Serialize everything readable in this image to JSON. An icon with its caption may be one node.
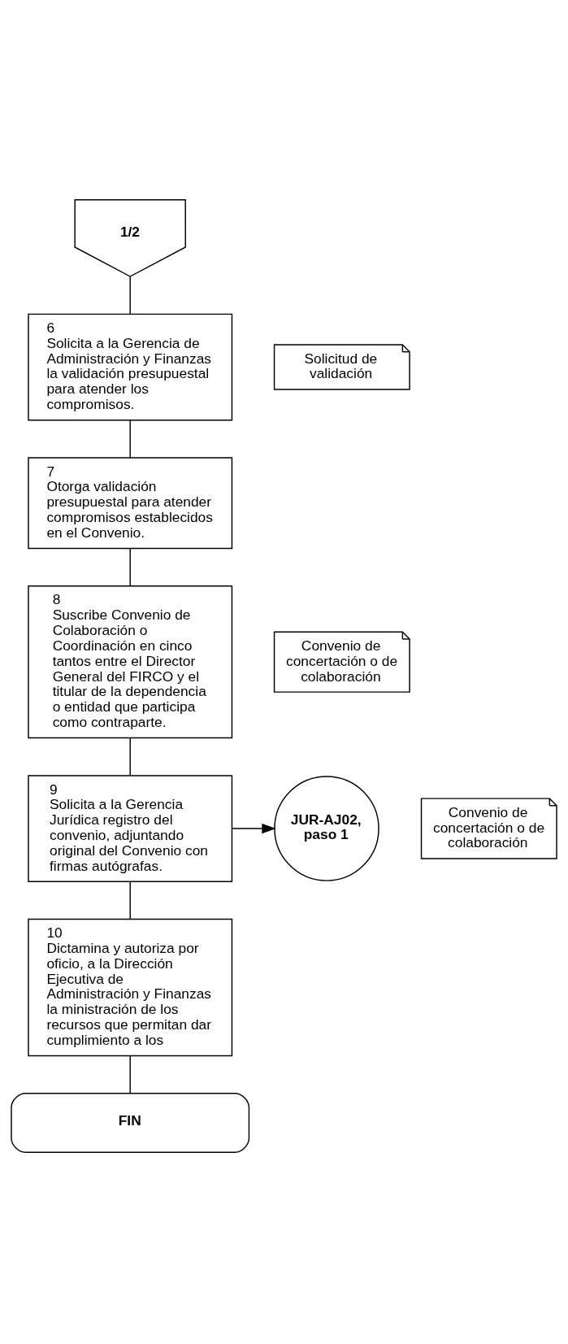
{
  "diagram": {
    "nodes": [
      {
        "text": [
          "1/2"
        ]
      },
      {
        "text": [
          "6",
          "Solicita a la Gerencia de Administración y Finanzas la validación presupuestal para atender los compromisos."
        ]
      },
      {
        "text": [
          "Solicitud de validación"
        ]
      },
      {
        "text": [
          "7",
          "Otorga validación presupuestal para atender compromisos establecidos en el Convenio."
        ]
      },
      {
        "text": [
          "8",
          "Suscribe Convenio de Colaboración o Coordinación en cinco tantos entre el Director General del FIRCO y el titular de la dependencia o entidad que participa como contraparte."
        ]
      },
      {
        "text": [
          "Convenio de concertación o de colaboración"
        ]
      },
      {
        "text": [
          "9",
          "Solicita a la Gerencia Jurídica registro del convenio, adjuntando original del Convenio con firmas autógrafas."
        ]
      },
      {
        "text": [
          "Convenio de concertación o de colaboración"
        ]
      },
      {
        "text": [
          "JUR-AJ02, paso 1"
        ]
      },
      {
        "text": [
          "10",
          "Dictamina y autoriza por oficio, a la Dirección Ejecutiva de Administración y Finanzas la ministración de los recursos que permitan dar cumplimiento a los"
        ]
      },
      {
        "text": [
          "FIN"
        ]
      }
    ],
    "edges": [
      {
        "from": 0,
        "to": 1,
        "arrow": "none"
      },
      {
        "from": 1,
        "to": 3,
        "arrow": "none"
      },
      {
        "from": 3,
        "to": 4,
        "arrow": "none"
      },
      {
        "from": 4,
        "to": 6,
        "arrow": "none"
      },
      {
        "from": 6,
        "to": 8,
        "arrow": "to"
      },
      {
        "from": 6,
        "to": 9,
        "arrow": "none"
      },
      {
        "from": 9,
        "to": 10,
        "arrow": "none"
      }
    ]
  }
}
